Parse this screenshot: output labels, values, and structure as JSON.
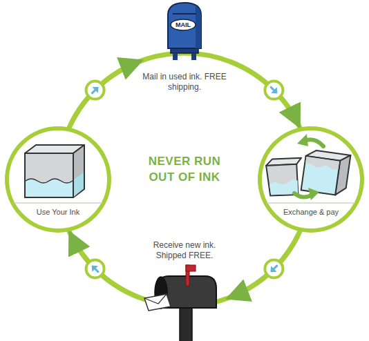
{
  "diagram": {
    "title": "NEVER RUN OUT OF INK",
    "nodes": [
      {
        "text": [
          "MAIL",
          "Mail in used ink. FREE shipping."
        ]
      },
      {
        "text": [
          "Use Your Ink"
        ]
      },
      {
        "text": [
          "Exchange & pay"
        ]
      },
      {
        "text": [
          "Receive new ink. Shipped FREE."
        ]
      }
    ],
    "edges": [
      {
        "from": 1,
        "to": 0,
        "arrow": "to"
      },
      {
        "from": 0,
        "to": 2,
        "arrow": "to"
      },
      {
        "from": 2,
        "to": 3,
        "arrow": "to"
      },
      {
        "from": 3,
        "to": 1,
        "arrow": "to"
      }
    ]
  }
}
